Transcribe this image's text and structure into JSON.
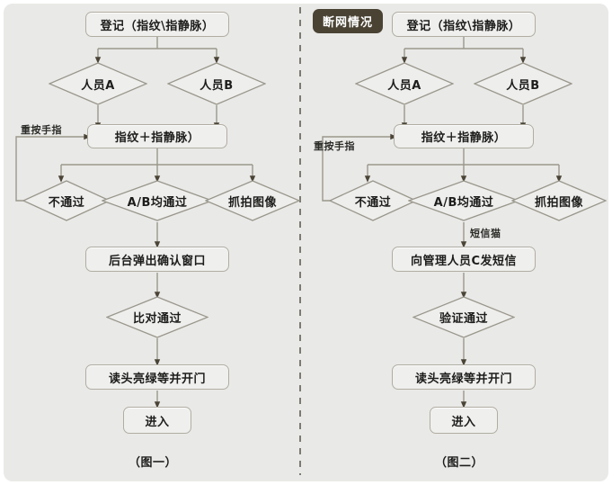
{
  "figure": {
    "background_color": "#e9e9e7",
    "line_color": "#9a978c",
    "divider": "dashed-vertical-divider"
  },
  "left_chart": {
    "caption": "（图一）",
    "nodes": {
      "register": "登记（指纹\\指静脉）",
      "person_a": "人员A",
      "person_b": "人员B",
      "combine": "指纹＋指静脉）",
      "fail": "不通过",
      "both_pass": "A/B均通过",
      "capture": "抓拍图像",
      "confirm_window": "后台弹出确认窗口",
      "match_pass": "比对通过",
      "open_door": "读头亮绿等并开门",
      "enter": "进入"
    },
    "edge_labels": {
      "retry": "重按手指"
    }
  },
  "right_chart": {
    "badge": "断网情况",
    "badge_color": "#4a4334",
    "caption": "（图二）",
    "nodes": {
      "register": "登记（指纹\\指静脉）",
      "person_a": "人员A",
      "person_b": "人员B",
      "combine": "指纹＋指静脉）",
      "fail": "不通过",
      "both_pass": "A/B均通过",
      "capture": "抓拍图像",
      "send_sms": "向管理人员C发短信",
      "verify_pass": "验证通过",
      "open_door": "读头亮绿等并开门",
      "enter": "进入"
    },
    "edge_labels": {
      "retry": "重按手指",
      "sms_modem": "短信猫"
    }
  }
}
